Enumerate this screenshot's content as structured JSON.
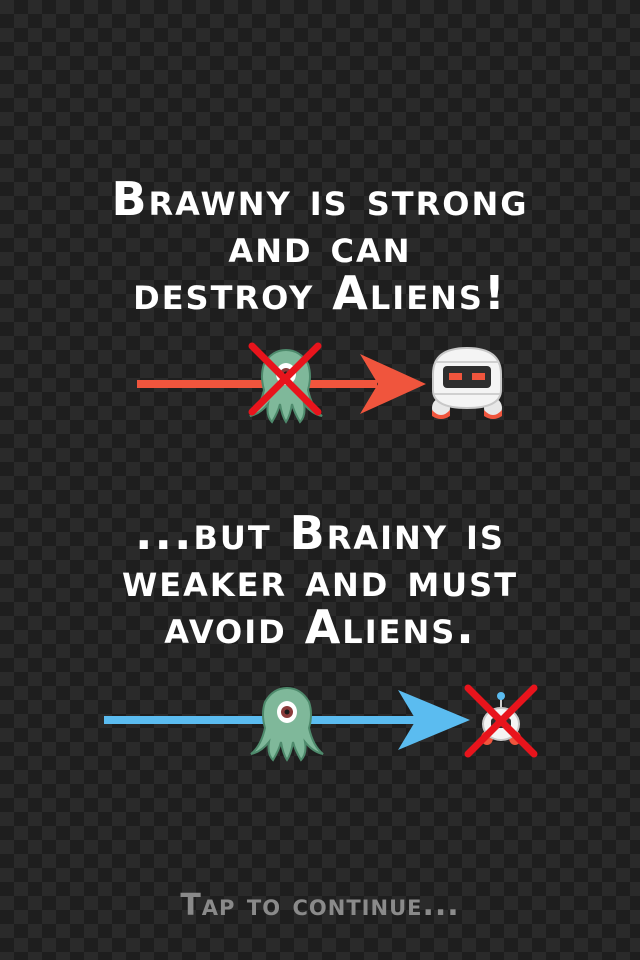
{
  "screen": {
    "title": "Brawny vs Brainy tutorial",
    "strong_message": [
      "Brawny is strong",
      "and can",
      "destroy Aliens!"
    ],
    "weak_message": [
      "...but Brainy is",
      "weaker and must",
      "avoid Aliens."
    ],
    "continue_label": "Tap to continue..."
  },
  "scenes": {
    "brawny": {
      "arrow_color": "#f0553d",
      "alien": "alien-icon",
      "crossed": "alien",
      "character": "brawny-robot-icon"
    },
    "brainy": {
      "arrow_color": "#5bbcf0",
      "alien": "alien-icon",
      "crossed": "brainy",
      "character": "brainy-robot-icon"
    }
  },
  "colors": {
    "cross": "#e8141c",
    "alien": "#7fb89a",
    "background": "#2a2a2a"
  }
}
